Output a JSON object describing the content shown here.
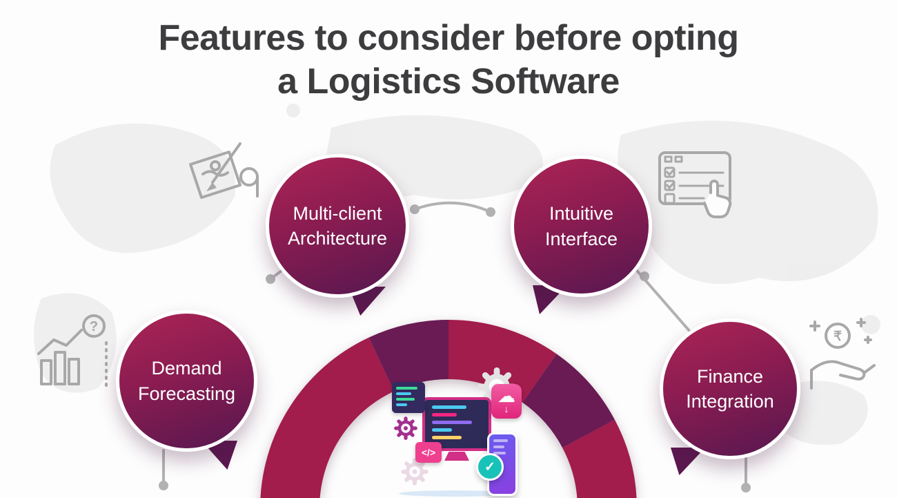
{
  "title": {
    "line1": "Features to consider before opting",
    "line2": "a Logistics Software"
  },
  "features": {
    "multi_client": {
      "line1": "Multi-client",
      "line2": "Architecture"
    },
    "intuitive": {
      "line1": "Intuitive",
      "line2": "Interface"
    },
    "demand": {
      "line1": "Demand",
      "line2": "Forecasting"
    },
    "finance": {
      "line1": "Finance",
      "line2": "Integration"
    }
  },
  "icons": {
    "blueprint": "blueprint-drafting-icon",
    "checklist": "checklist-form-icon",
    "forecast_chart": "bar-chart-question-icon",
    "rupee_hand": "hand-rupee-coin-icon",
    "question_mark": "?",
    "rupee_symbol": "₹"
  },
  "illustration": {
    "code_tag": "</>",
    "checkmark": "✓",
    "cloud_glyph": "☁",
    "cloud_arrow": "↓"
  },
  "colors": {
    "crimson": "#A21C4C",
    "deep_purple": "#6A1B53",
    "title_text": "#3D3D3F",
    "bubble_text": "#FFFFFF",
    "icon_gray": "#A8A8A8",
    "map_gray": "#ECECEC"
  }
}
